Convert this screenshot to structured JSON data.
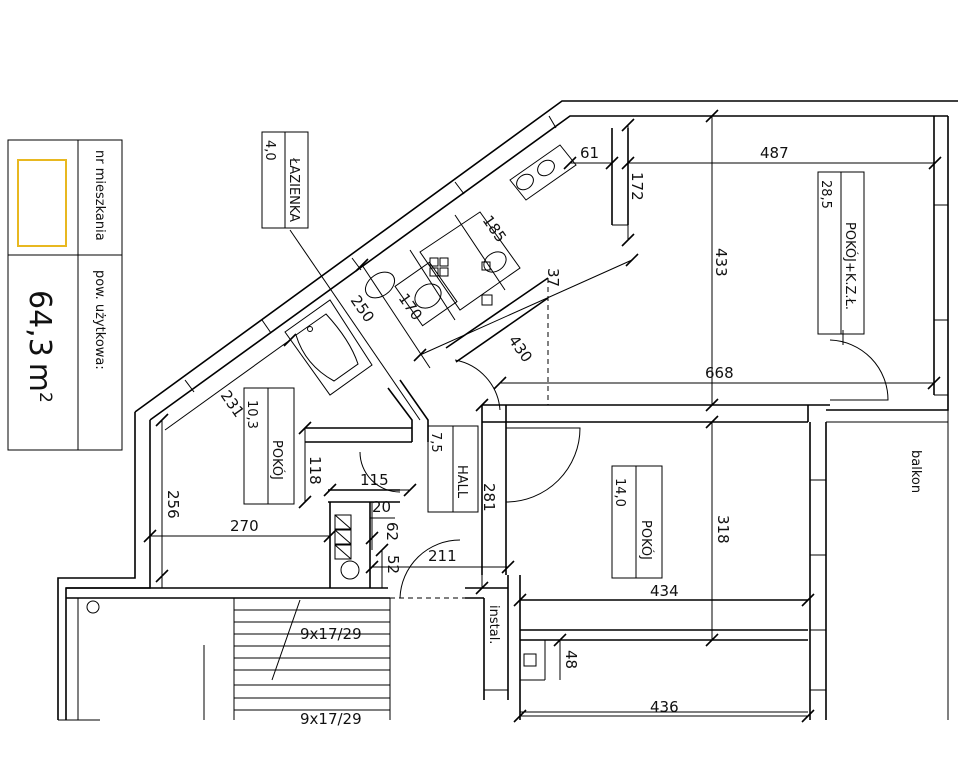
{
  "legend": {
    "apartment_number_label": "nr mieszkania",
    "usable_area_label": "pow. użytkowa:",
    "usable_area_value": "64,3",
    "usable_area_unit": "m",
    "usable_area_unit_sup": "2",
    "highlight_color": "#e8b820"
  },
  "rooms": {
    "bathroom": {
      "area": "4,0",
      "name": "ŁAZIENKA"
    },
    "living_room": {
      "area": "28,5",
      "name": "POKÓJ+K.Z.Ł."
    },
    "room_left": {
      "area": "10,3",
      "name": "POKÓJ"
    },
    "room_right": {
      "area": "14,0",
      "name": "POKÓJ"
    },
    "hall": {
      "area": "7,5",
      "name": "HALL"
    }
  },
  "areas": {
    "balcony": "balkon",
    "installation": "instal.",
    "stairs_1": "9x17/29",
    "stairs_2": "9x17/29"
  },
  "dimensions": {
    "d487": "487",
    "d61": "61",
    "d172": "172",
    "d433": "433",
    "d668": "668",
    "d185": "185",
    "d37": "37",
    "d430": "430",
    "d170": "170",
    "d250": "250",
    "d231": "231",
    "d256": "256",
    "d270": "270",
    "d118": "118",
    "d115": "115",
    "d20": "20",
    "d62": "62",
    "d52": "52",
    "d211": "211",
    "d281": "281",
    "d318": "318",
    "d434": "434",
    "d436": "436",
    "d48": "48"
  }
}
